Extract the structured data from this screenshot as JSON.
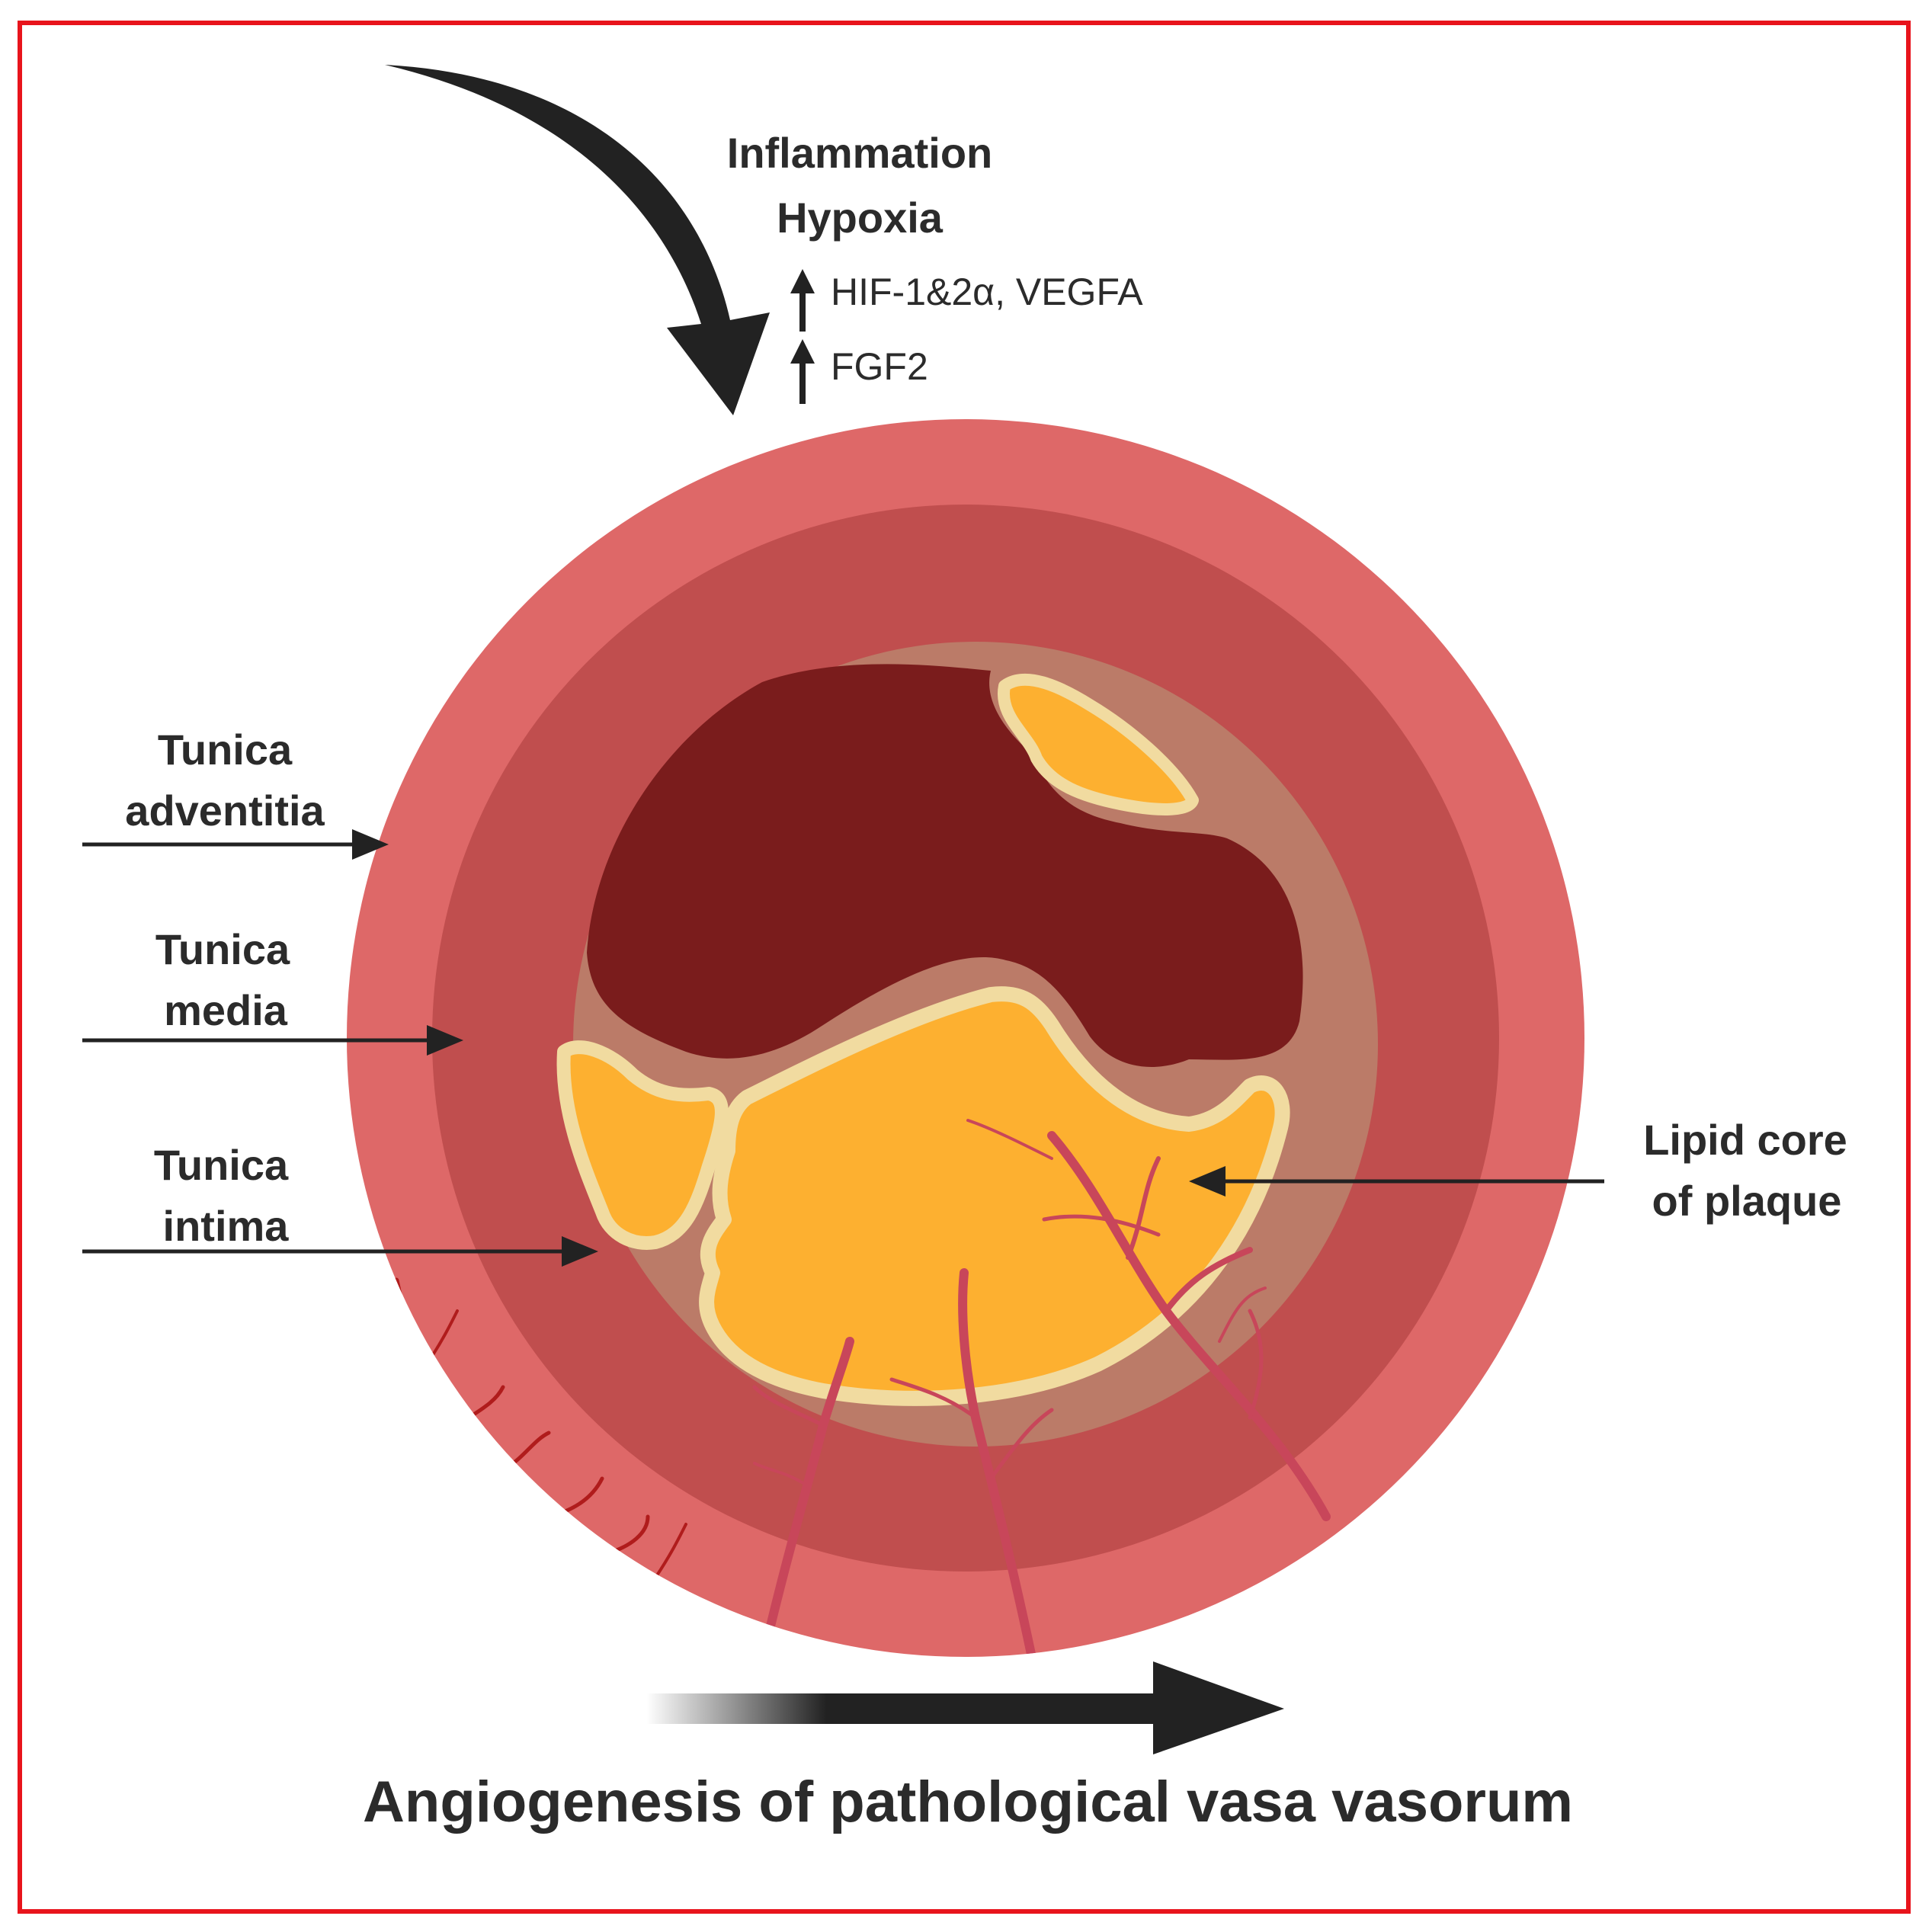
{
  "top": {
    "line1": "Inflammation",
    "line2": "Hypoxia",
    "marker1": "HIF-1&2α, VEGFA",
    "marker2": "FGF2"
  },
  "left_labels": {
    "adventitia_1": "Tunica",
    "adventitia_2": "adventitia",
    "media_1": "Tunica",
    "media_2": "media",
    "intima_1": "Tunica",
    "intima_2": "intima"
  },
  "right_label": {
    "line1": "Lipid core",
    "line2": "of plaque"
  },
  "bottom_caption": "Angiogenesis of pathological vasa vasorum",
  "colors": {
    "frame": "#e8141c",
    "adventitia": "#de6868",
    "media": "#c04e4e",
    "intima": "#bb7b68",
    "lumen": "#7a1c1c",
    "lipid": "#fdb030",
    "lipid_rim": "#f1dba0",
    "vessel": "#c8465a",
    "vessel_dark": "#b01c1c",
    "arrow": "#222222"
  }
}
